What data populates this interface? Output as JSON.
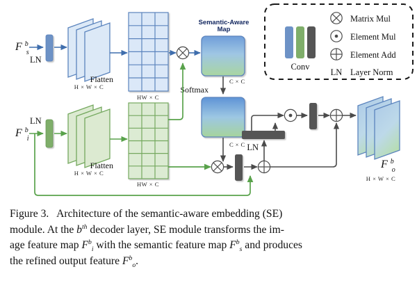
{
  "figure": {
    "label": "Figure 3",
    "title": "Architecture of the semantic-aware embedding (SE) module",
    "semantic_map_label_line1": "Semantic-Aware",
    "semantic_map_label_line2": "Map",
    "softmax_label": "Softmax",
    "flatten_label_top": "Flatten",
    "flatten_label_bottom": "Flatten",
    "ln_label_top": "LN",
    "ln_label_bottom": "LN",
    "ln_label_mid": "LN",
    "input_semantic": {
      "base": "F",
      "sup": "b",
      "sub": "s"
    },
    "input_image": {
      "base": "F",
      "sup": "b",
      "sub": "i"
    },
    "output_feature": {
      "base": "F",
      "sup": "b",
      "sub": "o"
    },
    "dim_hwc_top": "H × W × C",
    "dim_hwc_bottom": "H × W × C",
    "dim_hwc_out": "H × W × C",
    "dim_hw_c_top": "HW × C",
    "dim_hw_c_bottom": "HW × C",
    "dim_cxc_top": "C × C",
    "dim_cxc_bottom": "C × C",
    "operators": {
      "matrix_mul_glyph": "⊗",
      "element_mul_glyph": "⊙",
      "element_add_glyph": "⊕"
    }
  },
  "legend": {
    "conv_label": "Conv",
    "ln_short": "LN",
    "items": [
      {
        "icon": "matrix-mul-icon",
        "label": "Matrix Mul"
      },
      {
        "icon": "element-mul-icon",
        "label": "Element Mul"
      },
      {
        "icon": "element-add-icon",
        "label": "Element Add"
      },
      {
        "icon": "layer-norm-icon",
        "label": "Layer Norm"
      }
    ]
  },
  "caption": {
    "l1_a": "Figure 3.",
    "l1_b": "Architecture of the semantic-aware embedding (SE)",
    "l2_a": "module.  At the",
    "l2_b": "b",
    "l2_b_sup": "th",
    "l2_c": "decoder layer, SE module transforms the im-",
    "l3_a": "age feature map",
    "l3_F": "F",
    "l3_F_sup": "b",
    "l3_F_sub": "i",
    "l3_b": "with the semantic feature map",
    "l3_F2": "F",
    "l3_F2_sup": "b",
    "l3_F2_sub": "s",
    "l3_c": "and produces",
    "l4_a": "the refined output feature",
    "l4_F": "F",
    "l4_F_sup": "b",
    "l4_F_sub": "o",
    "l4_b": "."
  },
  "colors": {
    "blue_conv": "#6d92c6",
    "blue_plane_fill": "#dce9f7",
    "blue_plane_stroke": "#5b84bd",
    "blue_cell_fill": "#dbe8f8",
    "blue_arrow": "#3f6ead",
    "green_conv": "#7fae6a",
    "green_plane_fill": "#dcead1",
    "green_plane_stroke": "#74a85e",
    "green_cell_fill": "#dcebd3",
    "green_arrow": "#59a24b",
    "dark_gray": "#555555",
    "gray_arrow": "#4b4b4b",
    "map_top": "#6c9bd8",
    "map_bottom": "#a9d6a0"
  }
}
